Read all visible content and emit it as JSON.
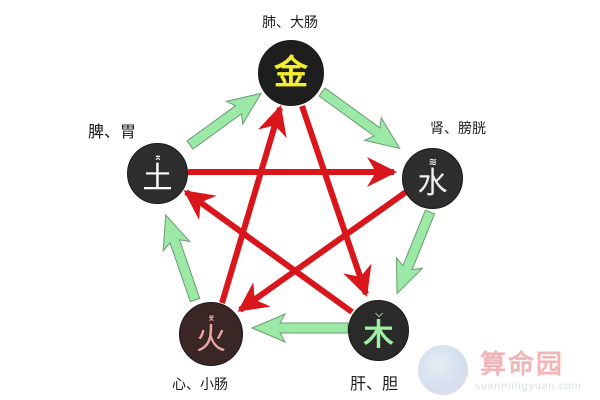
{
  "diagram": {
    "title": "",
    "colors": {
      "generating_arrow_fill": "#9ce8a6",
      "generating_arrow_stroke": "#6a9c70",
      "overcoming_arrow": "#d9161c",
      "node_dark": "#2a2a2a",
      "fire_node": "#3b2626",
      "metal_text": "#f4ee2e",
      "water_text": "#eeeeee",
      "earth_text": "#ffffff",
      "fire_text": "#e9a7a6",
      "wood_text": "#9ff0a4"
    },
    "nodes": {
      "metal": {
        "glyph": "金",
        "mark": "",
        "organs": "肺、大肠"
      },
      "earth": {
        "glyph": "土",
        "mark": "⌅",
        "organs": "脾、胃"
      },
      "water": {
        "glyph": "水",
        "mark": "≋",
        "organs": "肾、膀胱"
      },
      "fire": {
        "glyph": "火",
        "mark": "⌆",
        "organs": "心、小肠"
      },
      "wood": {
        "glyph": "木",
        "mark": "⌵",
        "organs": "肝、胆"
      }
    },
    "generating_cycle": [
      {
        "from": "土",
        "to": "金"
      },
      {
        "from": "金",
        "to": "水"
      },
      {
        "from": "水",
        "to": "木"
      },
      {
        "from": "木",
        "to": "火"
      },
      {
        "from": "火",
        "to": "土"
      }
    ],
    "overcoming_cycle": [
      {
        "from": "土",
        "to": "水"
      },
      {
        "from": "水",
        "to": "火"
      },
      {
        "from": "火",
        "to": "金"
      },
      {
        "from": "金",
        "to": "木"
      },
      {
        "from": "木",
        "to": "土"
      }
    ]
  },
  "watermark": {
    "brand": "算命园",
    "url": "suanmingyuan.com"
  }
}
